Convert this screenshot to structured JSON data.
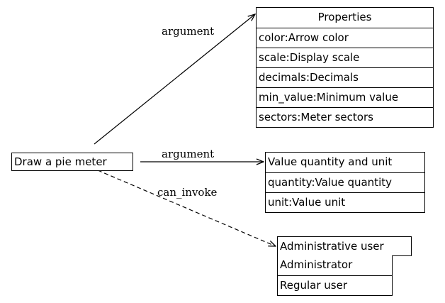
{
  "source_node": {
    "label": "Draw a pie meter"
  },
  "properties_table": {
    "title": "Properties",
    "rows": [
      "color:Arrow color",
      "scale:Display scale",
      "decimals:Decimals",
      "min_value:Minimum value",
      "sectors:Meter sectors"
    ]
  },
  "value_table": {
    "title": "Value quantity and unit",
    "rows": [
      "quantity:Value quantity",
      "unit:Value unit"
    ]
  },
  "user_table": {
    "title": "Administrative user",
    "rows": [
      "Administrator",
      "Regular user"
    ]
  },
  "edges": {
    "to_properties": "argument",
    "to_value": "argument",
    "to_user": "can_invoke"
  }
}
